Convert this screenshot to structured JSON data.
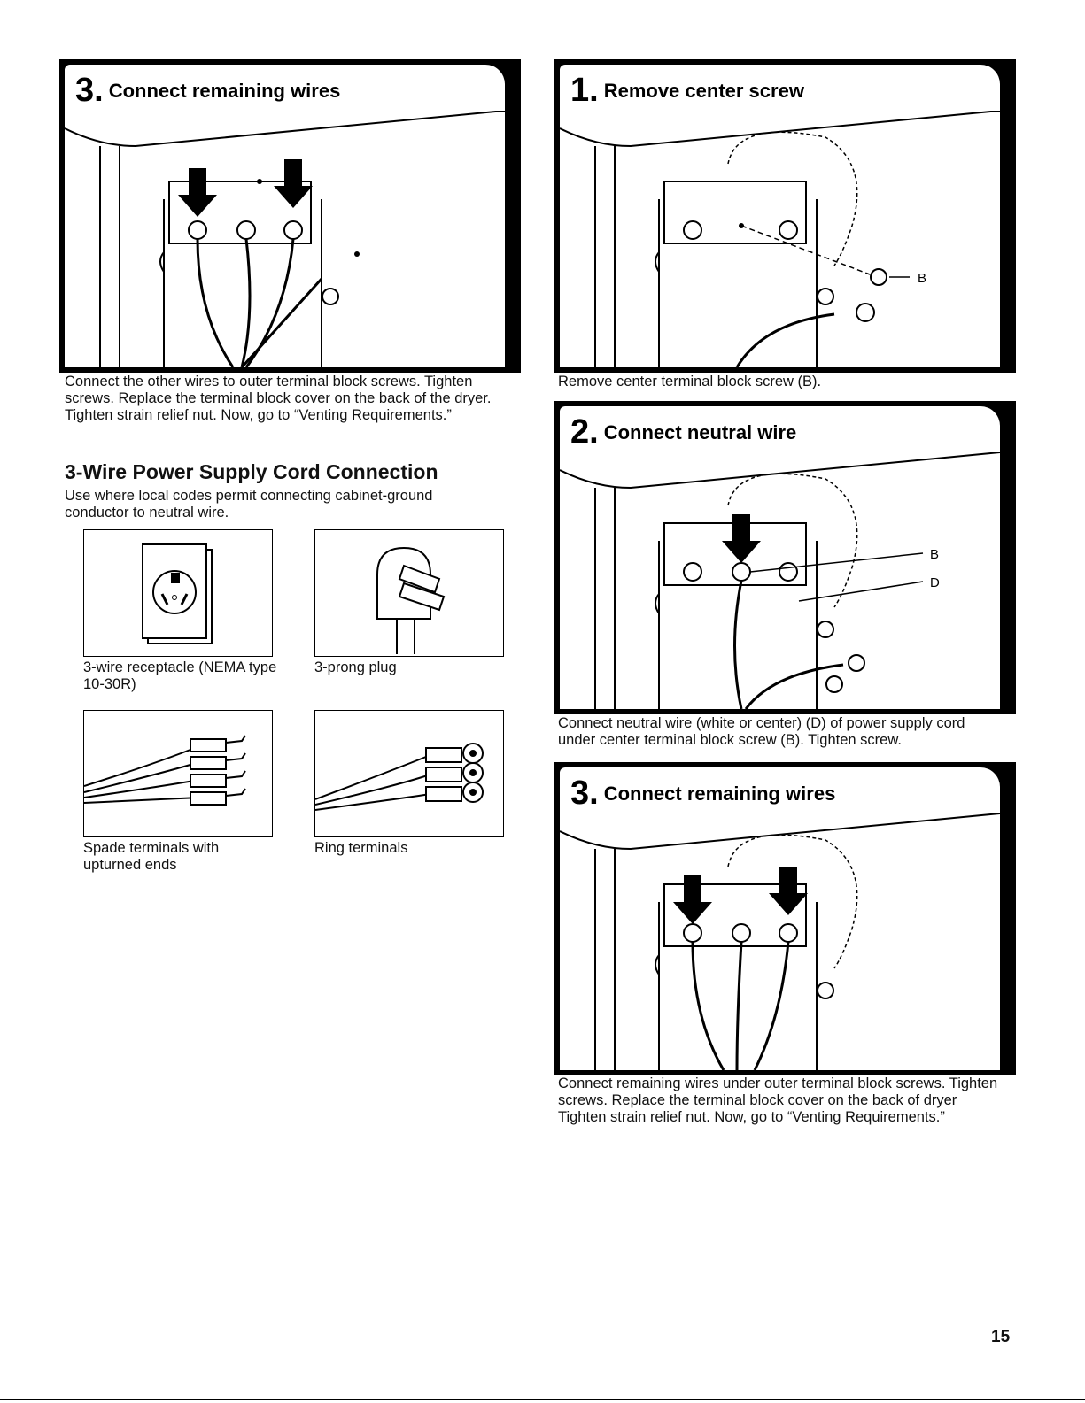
{
  "left_step3": {
    "num": "3.",
    "title": "Connect remaining wires",
    "caption": "Connect the other wires to outer terminal block screws. Tighten screws. Replace the terminal block cover on the back of the dryer. Tighten strain relief nut. Now, go to “Venting Requirements.”"
  },
  "section": {
    "heading": "3-Wire Power Supply Cord Connection",
    "intro": "Use where local codes permit connecting cabinet-ground conductor to neutral wire."
  },
  "figures": [
    {
      "caption": "3-wire receptacle (NEMA type 10-30R)"
    },
    {
      "caption": "3-prong plug"
    },
    {
      "caption": "Spade terminals with upturned ends"
    },
    {
      "caption": "Ring terminals"
    }
  ],
  "right_step1": {
    "num": "1.",
    "title": "Remove center screw",
    "label_b": "B",
    "caption": "Remove center terminal block screw (B)."
  },
  "right_step2": {
    "num": "2.",
    "title": "Connect neutral wire",
    "label_b": "B",
    "label_d": "D",
    "caption": "Connect neutral wire (white or center) (D) of power supply cord under center terminal block screw (B). Tighten screw."
  },
  "right_step3": {
    "num": "3.",
    "title": "Connect remaining wires",
    "caption": "Connect remaining wires under outer terminal block screws. Tighten screws. Replace the terminal block cover on the back of dryer Tighten strain relief nut. Now, go to “Venting Requirements.”"
  },
  "page_number": "15"
}
